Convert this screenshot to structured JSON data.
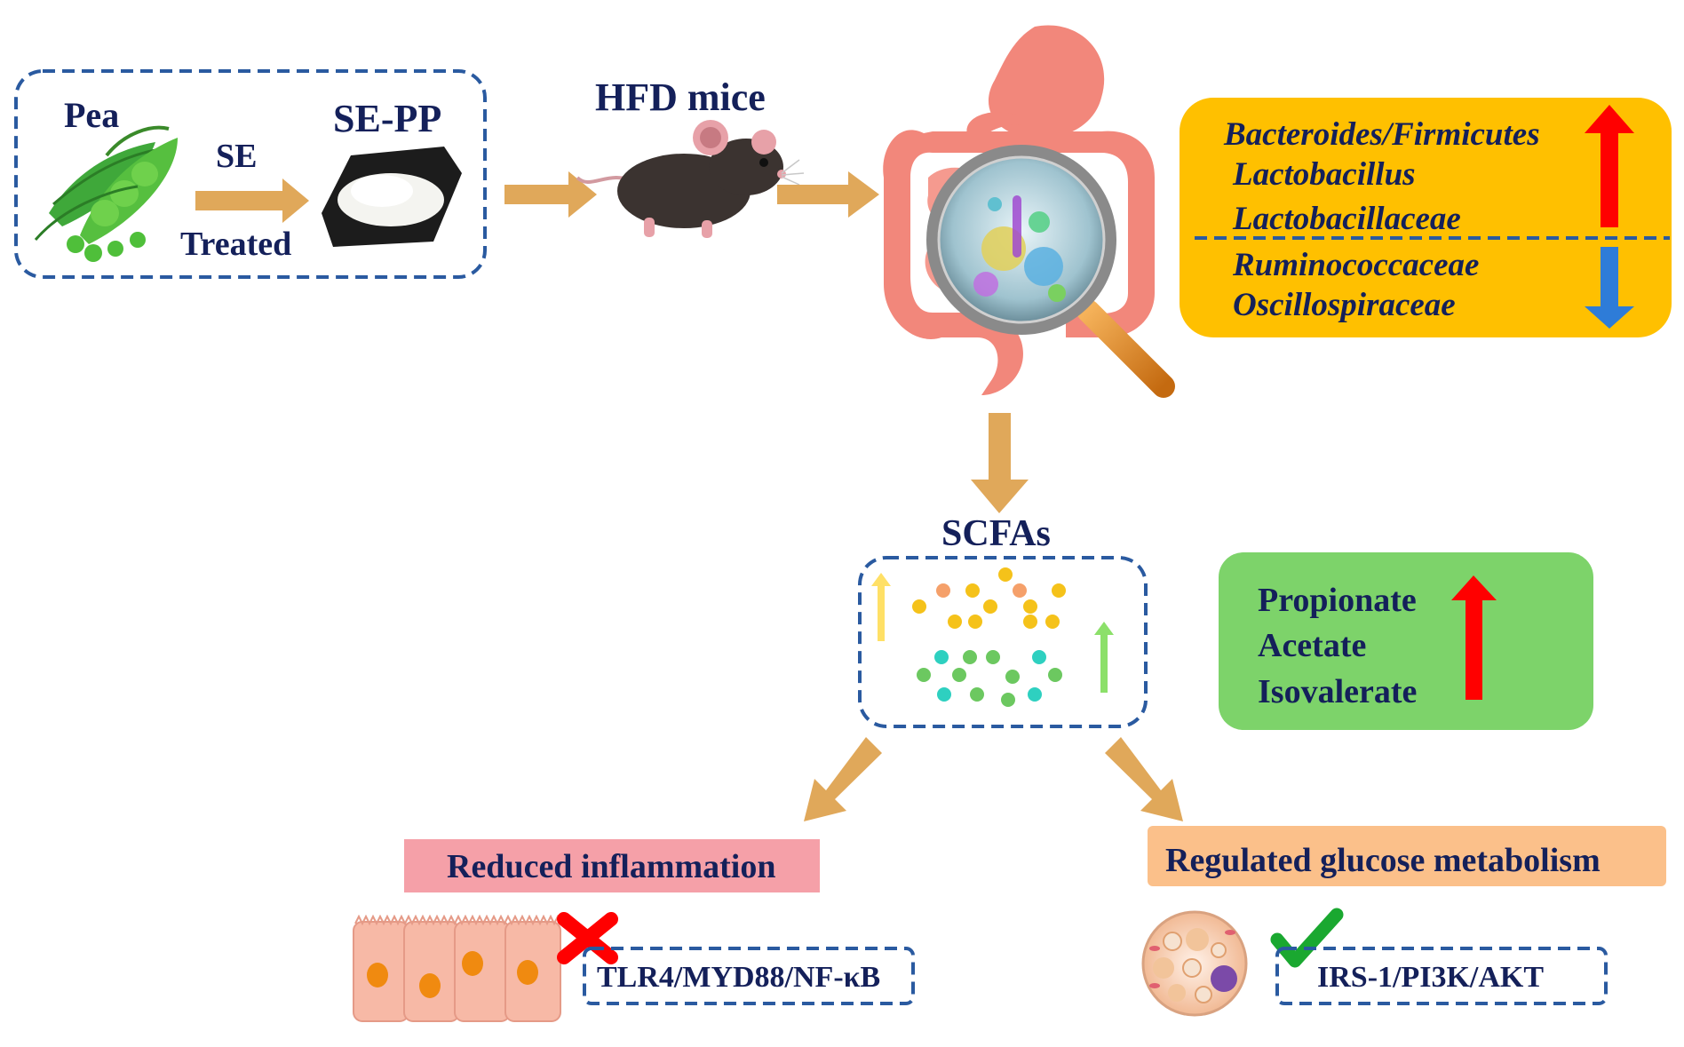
{
  "source": {
    "pea_label": "Pea",
    "process_label": "SE",
    "treated_label": "Treated",
    "product_label": "SE-PP"
  },
  "model": {
    "mice_label": "HFD mice"
  },
  "microbiota": {
    "increased": [
      "Bacteroides/Firmicutes",
      "Lactobacillus",
      "Lactobacillaceae"
    ],
    "decreased": [
      "Ruminococcaceae",
      "Oscillospiraceae"
    ]
  },
  "metabolites": {
    "title": "SCFAs",
    "increased": [
      "Propionate",
      "Acetate",
      "Isovalerate"
    ]
  },
  "outcomes": {
    "inflammation": {
      "title": "Reduced inflammation",
      "pathway": "TLR4/MYD88/NF-κB",
      "status_icon": "cross-icon"
    },
    "glucose": {
      "title": "Regulated glucose metabolism",
      "pathway": "IRS-1/PI3K/AKT",
      "status_icon": "check-icon"
    }
  },
  "colors": {
    "arrow": "#e0a85a",
    "dashed_border": "#2a5aa0",
    "microbiota_panel": "#ffc000",
    "scfa_panel": "#7dd36a",
    "inflammation_box": "#f5a0a8",
    "glucose_box": "#fbc08a",
    "up_arrow": "#ff0000",
    "down_arrow": "#2e7cd8",
    "text": "#14205a"
  }
}
